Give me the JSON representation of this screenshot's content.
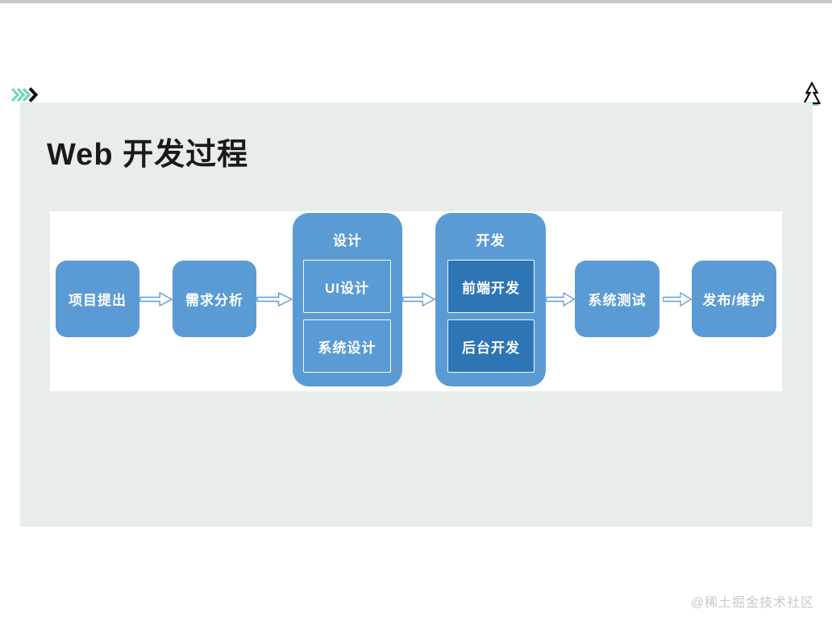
{
  "slide": {
    "title": "Web 开发过程"
  },
  "flowchart": {
    "nodes": [
      {
        "label": "项目提出"
      },
      {
        "label": "需求分析"
      },
      {
        "label": "设计",
        "children": [
          {
            "label": "UI设计"
          },
          {
            "label": "系统设计"
          }
        ]
      },
      {
        "label": "开发",
        "children": [
          {
            "label": "前端开发"
          },
          {
            "label": "后台开发"
          }
        ]
      },
      {
        "label": "系统测试"
      },
      {
        "label": "发布/维护"
      }
    ]
  },
  "watermark": {
    "text": "@稀土掘金技术社区"
  },
  "icons": {
    "top_left": "triple-chevron-right-icon",
    "top_right": "double-triangle-up-icon"
  },
  "colors": {
    "node_fill": "#5B9BD5",
    "node_fill_dark": "#2E75B6",
    "mint_accent": "#63DBB2",
    "slide_background": "#E9EDEA",
    "title_text": "#1A1A1A",
    "watermark_text": "#C9C9C9",
    "top_strip": "#C6C6C6",
    "arrow_stroke": "#5B9BD5"
  }
}
